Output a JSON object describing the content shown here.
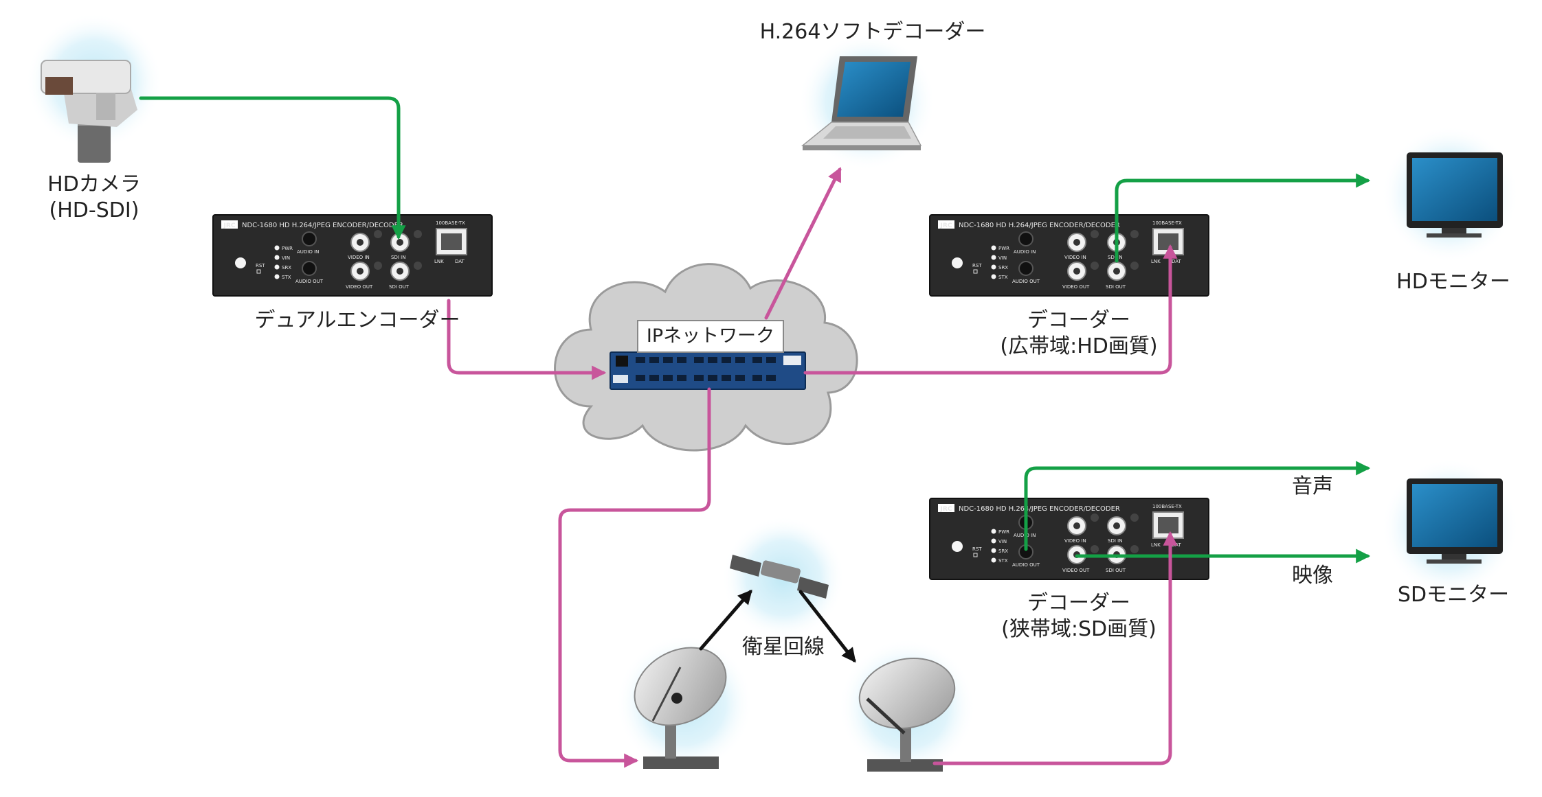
{
  "nodes": {
    "camera": {
      "label_line1": "HDカメラ",
      "label_line2": "(HD-SDI)"
    },
    "dual_encoder": {
      "label": "デュアルエンコーダー"
    },
    "soft_decoder": {
      "label": "H.264ソフトデコーダー"
    },
    "network": {
      "label": "IPネットワーク"
    },
    "decoder_hd": {
      "label_line1": "デコーダー",
      "label_line2": "(広帯域:HD画質)"
    },
    "decoder_sd": {
      "label_line1": "デコーダー",
      "label_line2": "(狭帯域:SD画質)"
    },
    "hd_monitor": {
      "label": "HDモニター"
    },
    "sd_monitor": {
      "label": "SDモニター"
    },
    "satellite": {
      "label": "衛星回線"
    }
  },
  "signals": {
    "audio": "音声",
    "video": "映像"
  },
  "device_panel": {
    "brand": "JRC",
    "model": "NDC-1680 HD H.264/JPEG ENCODER/DECODER",
    "port_100base": "100BASE-TX",
    "leds": [
      "PWR",
      "VIN",
      "SRX",
      "STX"
    ],
    "rst": "RST",
    "audio_in": "AUDIO IN",
    "audio_out": "AUDIO OUT",
    "video_in": "VIDEO IN",
    "video_out": "VIDEO OUT",
    "sdi_in": "SDI IN",
    "sdi_out": "SDI OUT",
    "lnk": "LNK",
    "dat": "DAT"
  },
  "colors": {
    "green": "#14a046",
    "pink": "#c8559b",
    "black": "#111111",
    "device": "#2a2a2a"
  }
}
